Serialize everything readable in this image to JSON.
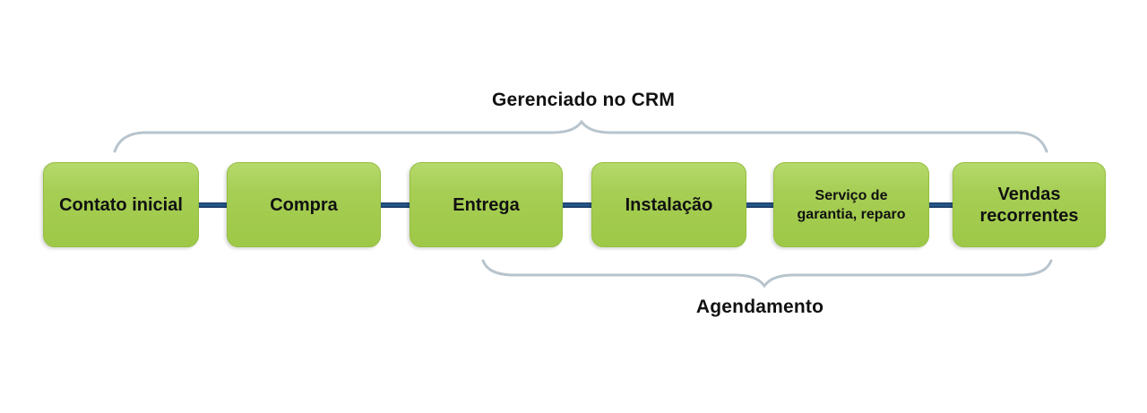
{
  "diagram": {
    "top_scope_label": "Gerenciado no CRM",
    "bottom_scope_label": "Agendamento",
    "steps": [
      {
        "label": "Contato inicial",
        "lines": [
          "Contato inicial"
        ]
      },
      {
        "label": "Compra",
        "lines": [
          "Compra"
        ]
      },
      {
        "label": "Entrega",
        "lines": [
          "Entrega"
        ]
      },
      {
        "label": "Instalação",
        "lines": [
          "Instalação"
        ]
      },
      {
        "label": "Serviço de garantia, reparo",
        "lines": [
          "Serviço de",
          "garantia, reparo"
        ],
        "small_text": true
      },
      {
        "label": "Vendas recorrentes",
        "lines": [
          "Vendas",
          "recorrentes"
        ]
      }
    ]
  },
  "colors": {
    "background": "#ffffff",
    "box_fill_top": "#b5d96b",
    "box_fill_mid": "#a6ce54",
    "box_fill_bottom": "#9ec847",
    "box_border": "#95bf40",
    "connector_dark": "#16375e",
    "connector_mid": "#2a5d94",
    "brace": "#b7c4cd",
    "text": "#111111"
  }
}
